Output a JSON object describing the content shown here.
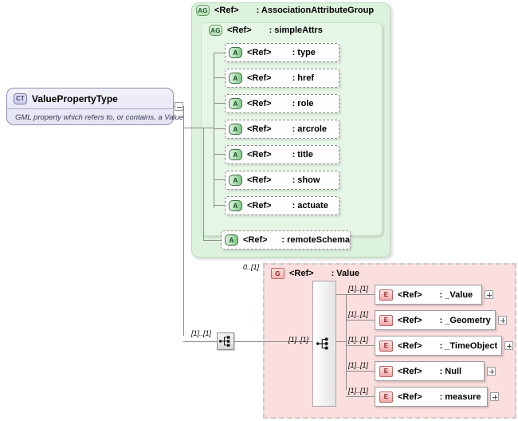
{
  "diagram": {
    "title": "ValuePropertyType XML Schema diagram",
    "colors": {
      "attribute_group_bg": "#ddf2dd",
      "attribute_group_inner_bg": "#e6f6e6",
      "element_group_bg": "#fbdede",
      "root_box_bg": "#eeeef8",
      "connector": "#8c8c8c"
    }
  },
  "root": {
    "badge": "CT",
    "badge_name": "complex-type-icon",
    "name": "ValuePropertyType",
    "documentation": "GML property which refers to, or contains, a Value",
    "toggle": "minus"
  },
  "attribute_group": {
    "badge": "AG",
    "ref": "<Ref>",
    "name": ": AssociationAttributeGroup"
  },
  "simple_attrs_group": {
    "badge": "AG",
    "ref": "<Ref>",
    "name": ": simpleAttrs",
    "attributes": [
      {
        "badge": "A",
        "ref": "<Ref>",
        "name": ": type"
      },
      {
        "badge": "A",
        "ref": "<Ref>",
        "name": ": href"
      },
      {
        "badge": "A",
        "ref": "<Ref>",
        "name": ": role"
      },
      {
        "badge": "A",
        "ref": "<Ref>",
        "name": ": arcrole"
      },
      {
        "badge": "A",
        "ref": "<Ref>",
        "name": ": title"
      },
      {
        "badge": "A",
        "ref": "<Ref>",
        "name": ": show"
      },
      {
        "badge": "A",
        "ref": "<Ref>",
        "name": ": actuate"
      }
    ]
  },
  "remote_schema": {
    "badge": "A",
    "ref": "<Ref>",
    "name": ": remoteSchema"
  },
  "sequence": {
    "icon": "sequence-compositor-icon",
    "cardinality": "[1]..[1]"
  },
  "value_group": {
    "badge": "G",
    "ref": "<Ref>",
    "name": ": Value",
    "cardinality": "0..[1]",
    "choice_icon": "choice-compositor-icon",
    "choice_cardinality": "[1]..[1]",
    "elements": [
      {
        "badge": "E",
        "ref": "<Ref>",
        "name": ": _Value",
        "cardinality": "[1]..[1]",
        "expand": "+"
      },
      {
        "badge": "E",
        "ref": "<Ref>",
        "name": ": _Geometry",
        "cardinality": "[1]..[1]",
        "expand": "+"
      },
      {
        "badge": "E",
        "ref": "<Ref>",
        "name": ": _TimeObject",
        "cardinality": "[1]..[1]",
        "expand": "+"
      },
      {
        "badge": "E",
        "ref": "<Ref>",
        "name": ": Null",
        "cardinality": "[1]..[1]",
        "expand": "+"
      },
      {
        "badge": "E",
        "ref": "<Ref>",
        "name": ": measure",
        "cardinality": "[1]..[1]",
        "expand": "+"
      }
    ]
  }
}
